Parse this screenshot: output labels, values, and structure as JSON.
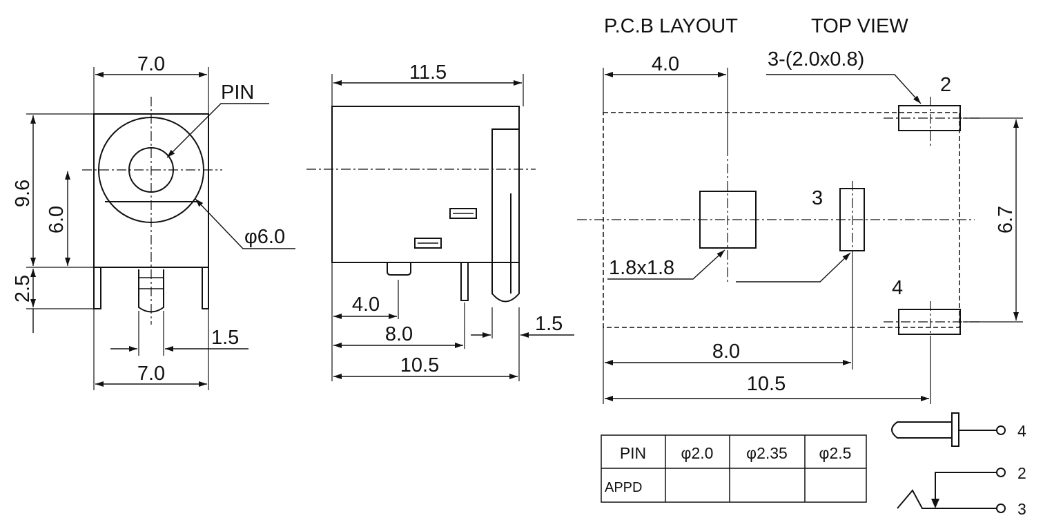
{
  "headings": {
    "pcb_layout": "P.C.B LAYOUT",
    "top_view": "TOP VIEW"
  },
  "front_view": {
    "width_top": "7.0",
    "pin_label": "PIN",
    "height_total": "9.6",
    "center_height": "6.0",
    "diameter": "φ6.0",
    "leg_length": "2.5",
    "leg_width": "1.5",
    "width_bottom": "7.0"
  },
  "side_view": {
    "length": "11.5",
    "dim_4": "4.0",
    "dim_8": "8.0",
    "dim_10_5": "10.5",
    "dim_1_5": "1.5"
  },
  "pcb": {
    "dim_4": "4.0",
    "slot_callout": "3-(2.0x0.8)",
    "pad_2": "2",
    "pad_3": "3",
    "pad_4": "4",
    "height": "6.7",
    "square_pad": "1.8x1.8",
    "dim_8": "8.0",
    "dim_10_5": "10.5"
  },
  "table": {
    "header": [
      "PIN",
      "φ2.0",
      "φ2.35",
      "φ2.5"
    ],
    "row_label": "APPD"
  },
  "schematic": {
    "pin_4": "4",
    "pin_2": "2",
    "pin_3": "3"
  }
}
